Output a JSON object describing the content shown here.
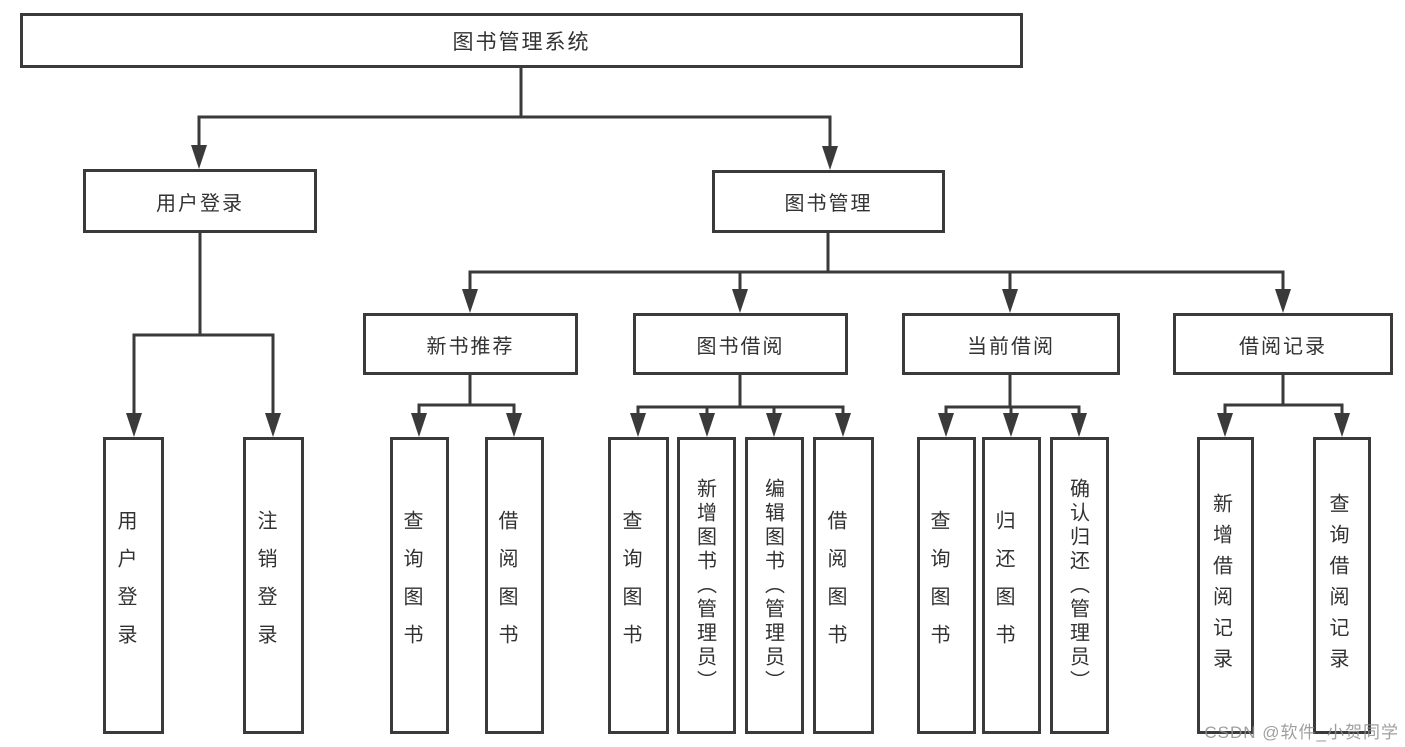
{
  "tree": {
    "root": "图书管理系统",
    "user_login": {
      "label": "用户登录",
      "children": {
        "login": "用户登录",
        "logout": "注销登录"
      }
    },
    "book_mgmt": {
      "label": "图书管理",
      "sections": {
        "new_book_rec": {
          "label": "新书推荐",
          "children": {
            "query_book": "查询图书",
            "borrow_book": "借阅图书"
          }
        },
        "book_borrow": {
          "label": "图书借阅",
          "children": {
            "query_book": "查询图书",
            "add_book": "新增图书（管理员）",
            "edit_book": "编辑图书（管理员）",
            "borrow_book": "借阅图书"
          }
        },
        "current_borrow": {
          "label": "当前借阅",
          "children": {
            "query_book": "查询图书",
            "return_book": "归还图书",
            "confirm_return": "确认归还（管理员）"
          }
        },
        "borrow_record": {
          "label": "借阅记录",
          "children": {
            "add_record": "新增借阅记录",
            "query_record": "查询借阅记录"
          }
        }
      }
    }
  },
  "watermark": {
    "text": "CSDN @软件_小贺同学"
  },
  "colors": {
    "line": "#3a3a3a",
    "text": "#323232",
    "watermark": "#8f8f8f",
    "background": "#ffffff"
  }
}
